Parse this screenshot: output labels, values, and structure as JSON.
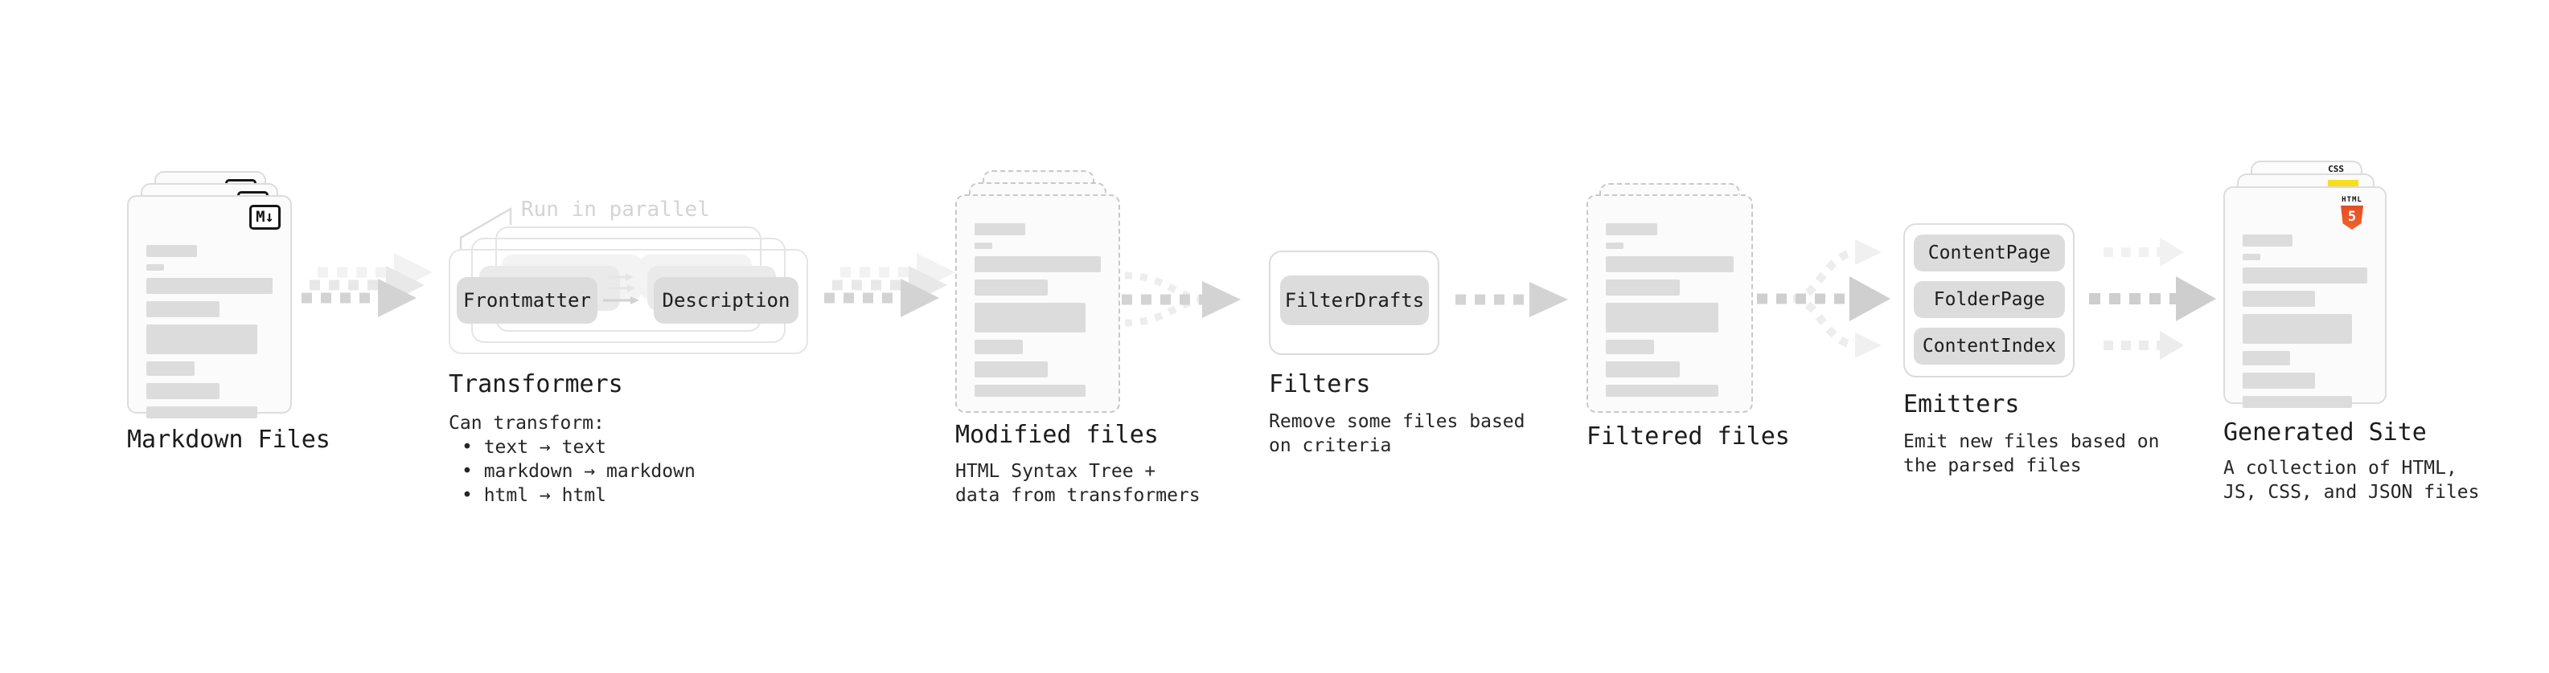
{
  "stages": {
    "markdown_files": {
      "label": "Markdown Files",
      "icon": "M↓"
    },
    "transformers": {
      "label": "Transformers",
      "annotation": "Run in parallel",
      "nodes": [
        "Frontmatter",
        "Description"
      ],
      "desc_heading": "Can transform:",
      "desc_bullets": [
        "• text → text",
        "• markdown → markdown",
        "• html → html"
      ]
    },
    "modified_files": {
      "label": "Modified files",
      "desc_lines": [
        "HTML Syntax Tree +",
        "data from transformers"
      ]
    },
    "filters": {
      "label": "Filters",
      "nodes": [
        "FilterDrafts"
      ],
      "desc_lines": [
        "Remove some files based",
        "on criteria"
      ]
    },
    "filtered_files": {
      "label": "Filtered files"
    },
    "emitters": {
      "label": "Emitters",
      "nodes": [
        "ContentPage",
        "FolderPage",
        "ContentIndex"
      ],
      "desc_lines": [
        "Emit new files based on",
        "the parsed files"
      ]
    },
    "generated_site": {
      "label": "Generated Site",
      "desc_lines": [
        "A collection of HTML,",
        "JS, CSS, and JSON files"
      ],
      "badges": {
        "css": "CSS",
        "html_word": "HTML",
        "html5_number": "5"
      }
    }
  },
  "colors": {
    "arrow_main": "#d3d3d3",
    "arrow_ghost": "#e8e8e8",
    "node_fill": "#dcdcdc",
    "html5_orange": "#e44d26",
    "js_yellow": "#f7df1e",
    "css_blue": "#2d65f2"
  }
}
